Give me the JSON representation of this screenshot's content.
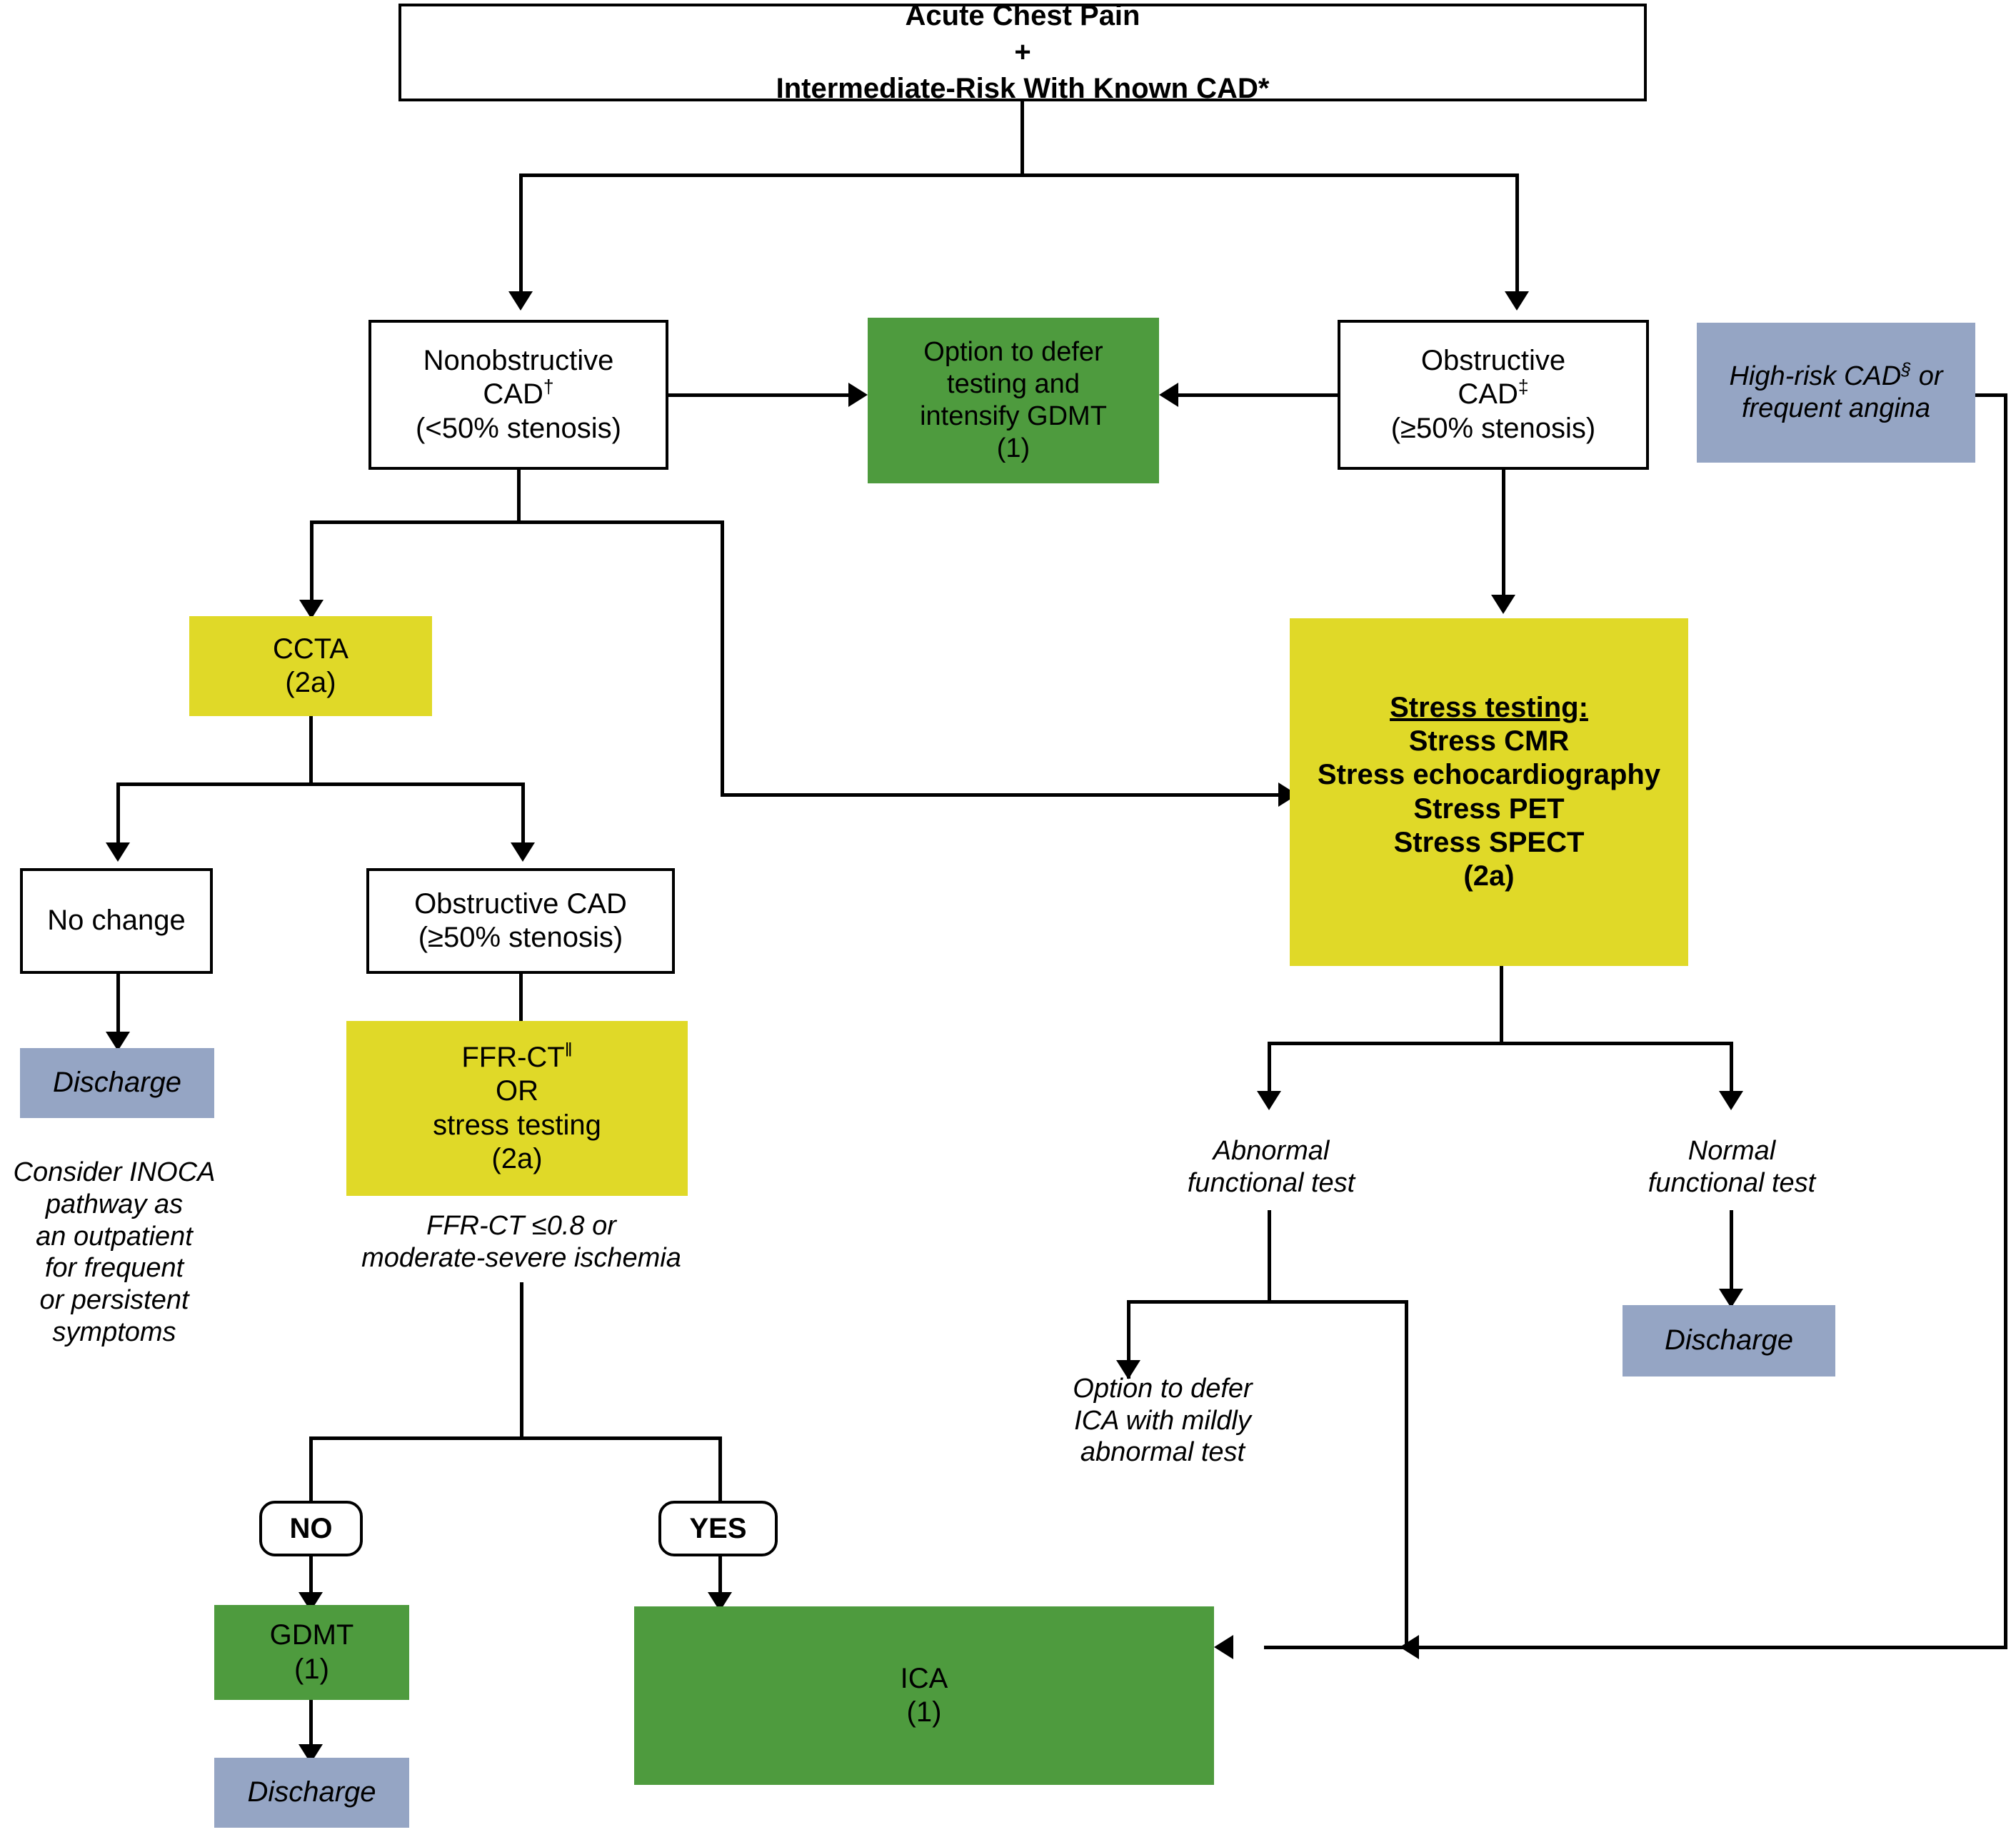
{
  "diagram": {
    "title": "Acute Chest Pain + Intermediate-Risk With Known CAD* diagnostic pathway",
    "colors": {
      "green": "#4e9b3e",
      "yellow": "#e0d928",
      "blue_gray": "#95a5c4",
      "white": "#ffffff",
      "line": "#000000"
    },
    "nodes": {
      "root": {
        "line1": "Acute Chest Pain",
        "line2": "+",
        "line3": "Intermediate-Risk With Known CAD*"
      },
      "nonobstructive_cad": {
        "line1": "Nonobstructive",
        "line2": "CAD",
        "marker": "†",
        "line3": "(<50% stenosis)"
      },
      "defer_gdmt": {
        "line1": "Option to defer",
        "line2": "testing and",
        "line3": "intensify GDMT",
        "line4": "(1)"
      },
      "obstructive_cad": {
        "line1": "Obstructive",
        "line2": "CAD",
        "marker": "‡",
        "line3": "(≥50% stenosis)"
      },
      "high_risk_cad": {
        "line1": "High-risk CAD",
        "marker": "§",
        "line1_tail": " or",
        "line2": "frequent angina"
      },
      "ccta": {
        "line1": "CCTA",
        "line2": "(2a)"
      },
      "stress_testing": {
        "heading": "Stress testing:",
        "line1": "Stress CMR",
        "line2": "Stress echocardiography",
        "line3": "Stress PET",
        "line4": "Stress SPECT",
        "line5": "(2a)"
      },
      "no_change": {
        "line1": "No change"
      },
      "obstructive_cad_2": {
        "line1": "Obstructive CAD",
        "line2": "(≥50% stenosis)"
      },
      "discharge_left": {
        "label": "Discharge"
      },
      "inoca_note": {
        "line1": "Consider INOCA",
        "line2": "pathway as",
        "line3": "an outpatient",
        "line4": "for frequent",
        "line5": "or persistent",
        "line6": "symptoms"
      },
      "ffrct_or_stress": {
        "line1": "FFR-CT",
        "marker": "‖",
        "line2": "OR",
        "line3": "stress testing",
        "line4": "(2a)"
      },
      "ffrct_threshold_note": {
        "line1": "FFR-CT ≤0.8 or",
        "line2": "moderate-severe ischemia"
      },
      "abnormal_test": {
        "line1": "Abnormal",
        "line2": "functional test"
      },
      "normal_test": {
        "line1": "Normal",
        "line2": "functional test"
      },
      "defer_ica_note": {
        "line1": "Option to defer",
        "line2": "ICA with mildly",
        "line3": "abnormal test"
      },
      "discharge_right": {
        "label": "Discharge"
      },
      "decision_no": {
        "label": "NO"
      },
      "decision_yes": {
        "label": "YES"
      },
      "gdmt": {
        "line1": "GDMT",
        "line2": "(1)"
      },
      "discharge_bottom": {
        "label": "Discharge"
      },
      "ica": {
        "line1": "ICA",
        "line2": "(1)"
      }
    }
  }
}
